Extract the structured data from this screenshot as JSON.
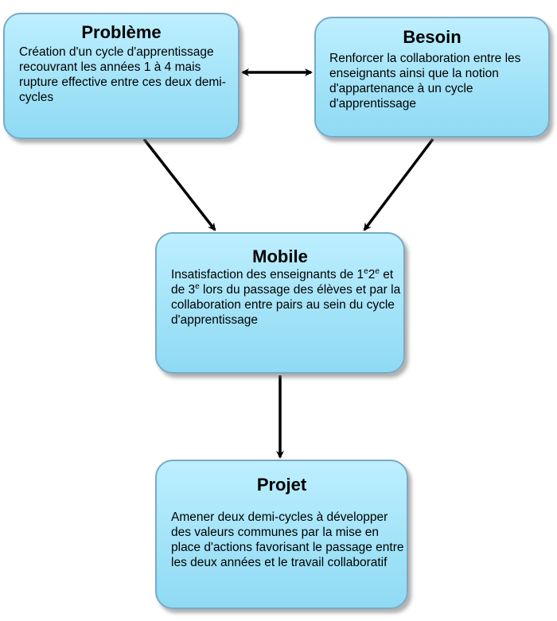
{
  "probleme": {
    "title": "Problème",
    "text": "Création d'un cycle d'apprentissage recouvrant les années 1 à 4 mais rupture effective entre ces deux demi-cycles"
  },
  "besoin": {
    "title": "Besoin",
    "text": "Renforcer la collaboration entre les enseignants ainsi que la notion d'appartenance à un cycle d'apprentissage"
  },
  "mobile": {
    "title": "Mobile",
    "text_part1": "Insatisfaction des enseignants de 1",
    "sup1": "e",
    "text_part2": "2",
    "sup2": "e",
    "text_part3": " et de 3",
    "sup3": "e",
    "text_part4": " lors du passage des élèves et par la collaboration entre pairs au sein du cycle d'apprentissage"
  },
  "projet": {
    "title": "Projet",
    "text": "Amener deux demi-cycles à développer des valeurs communes par la mise en place d'actions favorisant le passage entre les deux années et le travail collaboratif"
  },
  "colors": {
    "box_fill": "#a3e3f8",
    "box_border": "#7aa9c4",
    "arrow": "#000000"
  }
}
